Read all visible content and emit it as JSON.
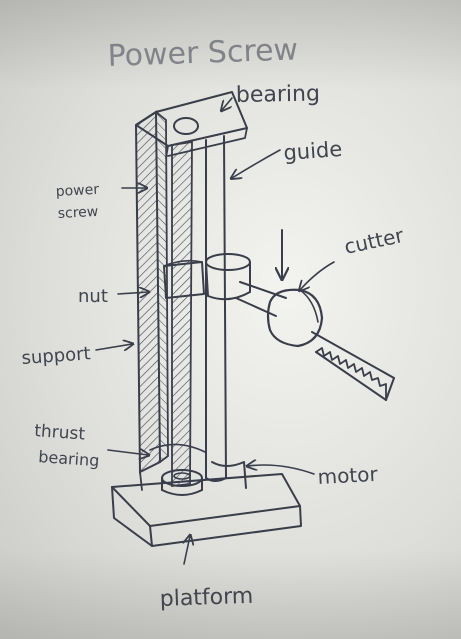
{
  "title": "Power Screw",
  "labels": {
    "bearing": "bearing",
    "guide": "guide",
    "power_screw_line1": "power",
    "power_screw_line2": "screw",
    "cutter": "cutter",
    "nut": "nut",
    "support": "support",
    "thrust_bearing_line1": "thrust",
    "thrust_bearing_line2": "bearing",
    "motor": "motor",
    "platform": "platform"
  }
}
